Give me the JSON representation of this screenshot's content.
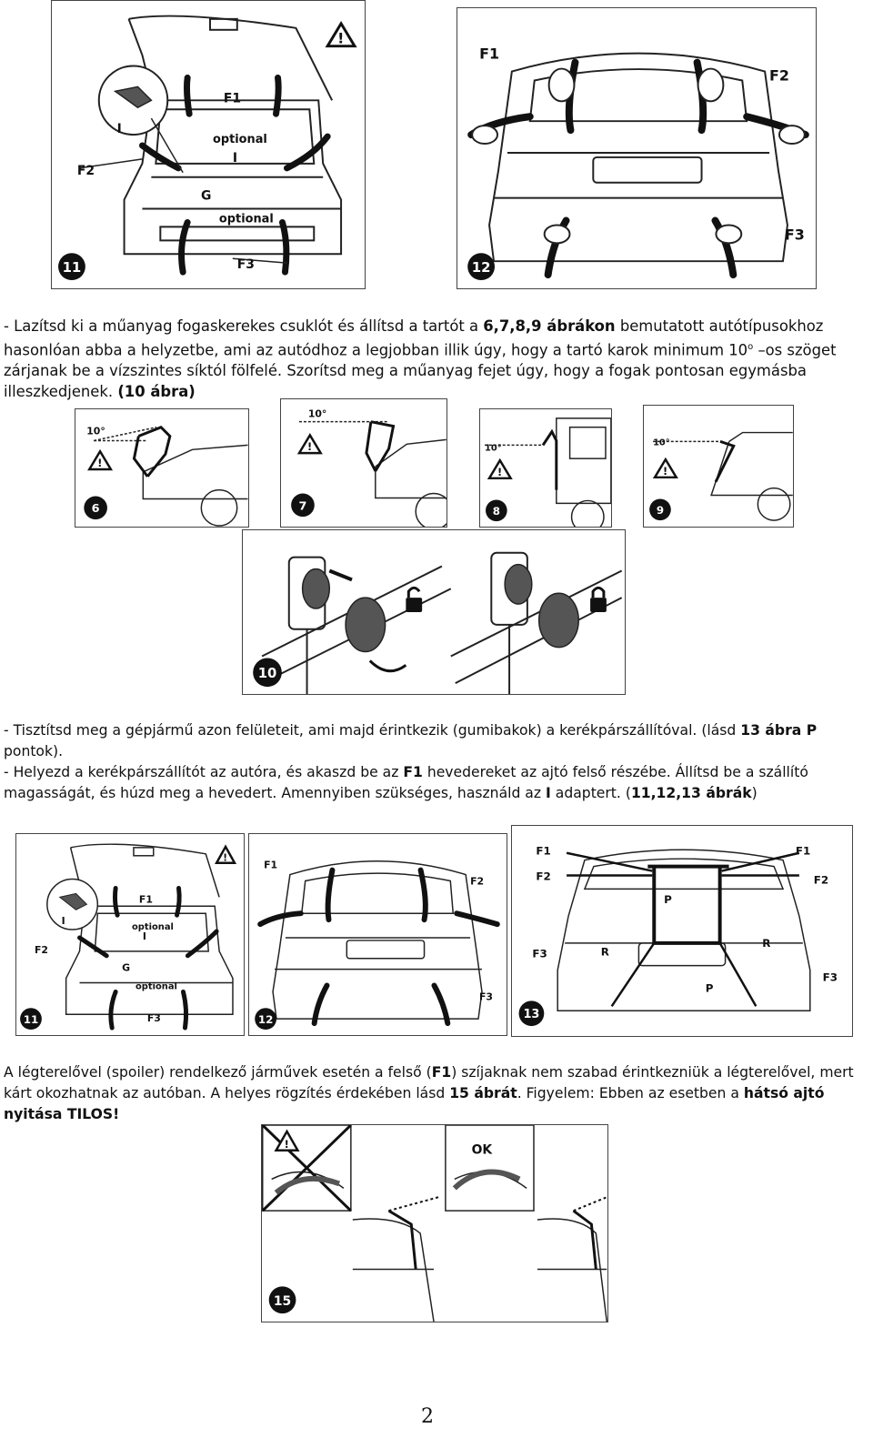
{
  "figures": {
    "top11": {
      "number": "11",
      "labels": {
        "f1": "F1",
        "f2": "F2",
        "f3": "F3",
        "g": "G",
        "i_top": "I",
        "i_mid": "I",
        "optional_top": "optional",
        "optional_bottom": "optional"
      }
    },
    "top12": {
      "number": "12",
      "labels": {
        "f1": "F1",
        "f2": "F2",
        "f3": "F3"
      }
    },
    "fig6": {
      "number": "6",
      "angle": "10°"
    },
    "fig7": {
      "number": "7",
      "angle": "10°"
    },
    "fig8": {
      "number": "8",
      "angle": "10°"
    },
    "fig9": {
      "number": "9",
      "angle": "10°"
    },
    "fig10": {
      "number": "10"
    },
    "bot11": {
      "number": "11",
      "labels": {
        "f1": "F1",
        "f2": "F2",
        "f3": "F3",
        "g": "G",
        "i_top": "I",
        "i_mid": "I",
        "optional_top": "optional",
        "optional_bottom": "optional"
      }
    },
    "bot12": {
      "number": "12",
      "labels": {
        "f1": "F1",
        "f2": "F2",
        "f3": "F3"
      }
    },
    "bot13": {
      "number": "13",
      "labels": {
        "f1_left": "F1",
        "f1_right": "F1",
        "f2_left": "F2",
        "f2_right": "F2",
        "f3_left": "F3",
        "f3_right": "F3",
        "p_top": "P",
        "p_bottom": "P",
        "r_left": "R",
        "r_right": "R"
      }
    },
    "fig15": {
      "number": "15",
      "ok": "OK"
    }
  },
  "para1": {
    "t1": "- Lazítsd ki a műanyag fogaskerekes csuklót és állítsd a tartót a ",
    "b1": "6,7,8,9 ábrákon",
    "t2": " bemutatott autótípusokhoz hasonlóan abba a helyzetbe, ami az autódhoz a legjobban illik úgy, hogy a tartó karok minimum 10",
    "sup": "o",
    "t3": " –os szöget zárjanak be a vízszintes síktól fölfelé. Szorítsd meg a műanyag fejet úgy, hogy a fogak pontosan egymásba illeszkedjenek. ",
    "b2": "(10 ábra)"
  },
  "para2": {
    "t1": "- Tisztítsd meg a gépjármű azon felületeit, ami majd érintkezik (gumibakok) a kerékpárszállítóval. (lásd ",
    "b1": "13 ábra P",
    "t2": " pontok).",
    "t3": "- Helyezd a kerékpárszállítót az autóra, és akaszd be az ",
    "b2": "F1",
    "t4": " hevedereket az ajtó felső részébe. Állítsd be a szállító magasságát, és húzd meg a hevedert. Amennyiben szükséges, használd az ",
    "b3": "I",
    "t5": " adaptert. (",
    "b4": "11,12,13 ábrák",
    "t6": ")"
  },
  "para3": {
    "t1": "A légterelővel (spoiler) rendelkező járművek esetén a felső (",
    "b1": "F1",
    "t2": ") szíjaknak nem szabad érintkezniük a légterelővel, mert kárt okozhatnak az autóban. A helyes rögzítés érdekében lásd ",
    "b2": "15 ábrát",
    "t3": ". Figyelem: Ebben az esetben a ",
    "b3": "hátsó ajtó nyitása TILOS!"
  },
  "page_number": "2"
}
